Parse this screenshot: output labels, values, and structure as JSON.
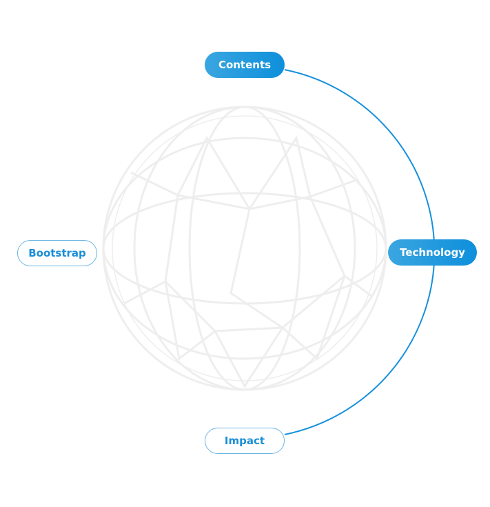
{
  "nodes": {
    "contents": "Contents",
    "technology": "Technology",
    "bootstrap": "Bootstrap",
    "impact": "Impact"
  },
  "colors": {
    "accent": "#0e8fdc",
    "arc": "#1590dc"
  }
}
